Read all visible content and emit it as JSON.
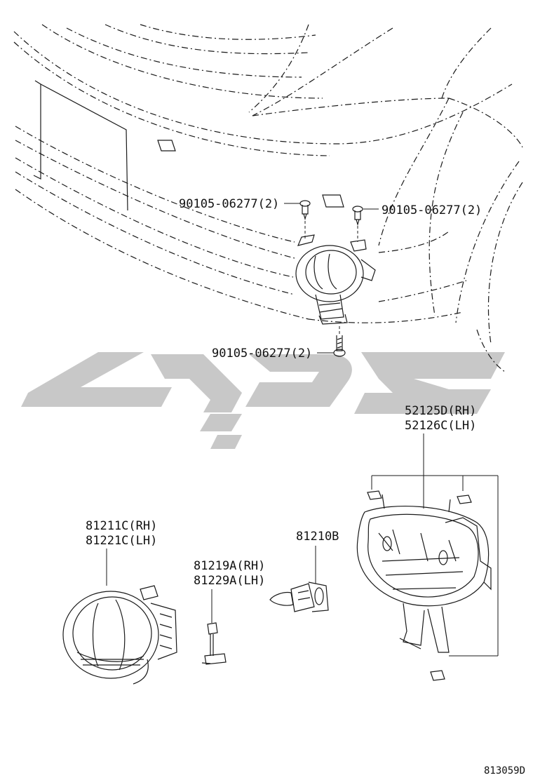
{
  "diagram_code": "813059D",
  "colors": {
    "line": "#1a1a1a",
    "watermark": "#c8c8c8",
    "background": "#ffffff"
  },
  "callouts": {
    "bolt_left": "90105-06277(2)",
    "bolt_right": "90105-06277(2)",
    "bolt_bottom": "90105-06277(2)",
    "housing_rh": "52125D(RH)",
    "housing_lh": "52126C(LH)",
    "lamp_rh": "81211C(RH)",
    "lamp_lh": "81221C(LH)",
    "socket_rh": "81219A(RH)",
    "socket_lh": "81229A(LH)",
    "bulb": "81210B"
  }
}
